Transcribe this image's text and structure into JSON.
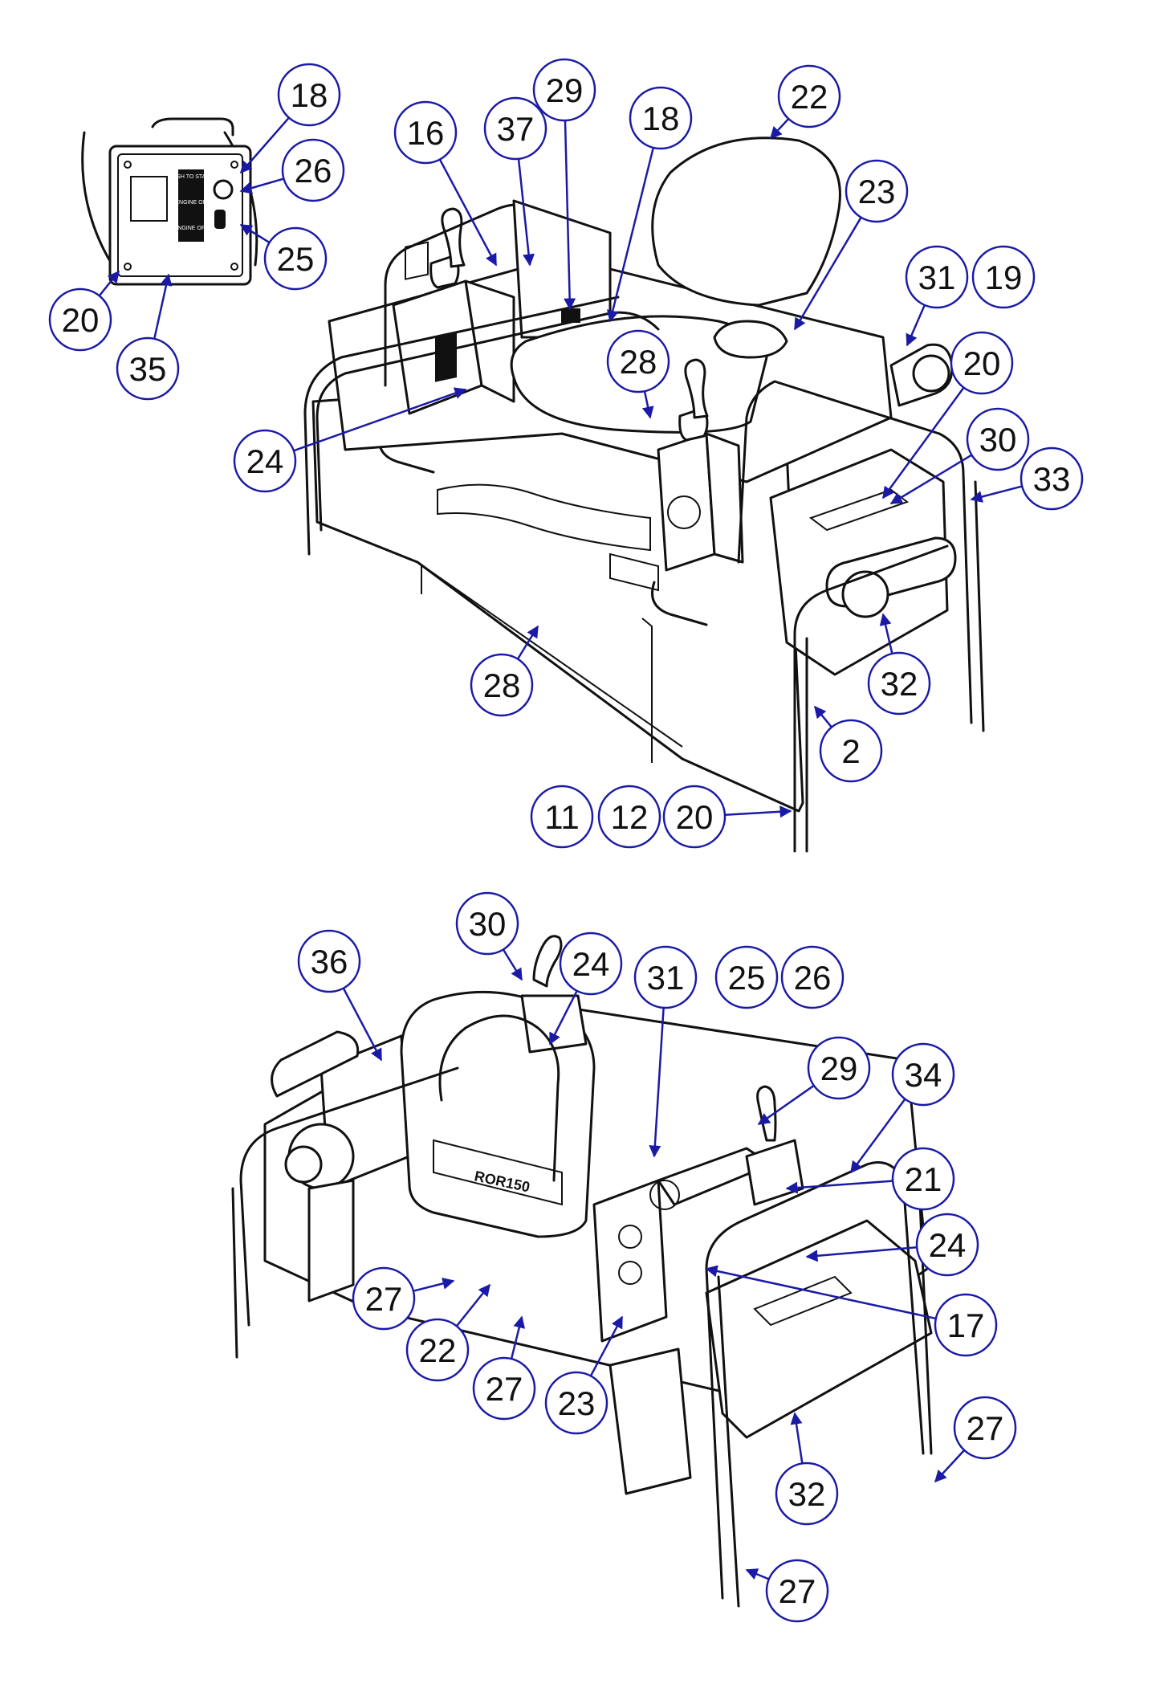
{
  "diagram": {
    "accent_color": "#1a1aa6",
    "callouts": [
      {
        "label": "18"
      },
      {
        "label": "26"
      },
      {
        "label": "25"
      },
      {
        "label": "20"
      },
      {
        "label": "35"
      },
      {
        "label": "16"
      },
      {
        "label": "37"
      },
      {
        "label": "29"
      },
      {
        "label": "18"
      },
      {
        "label": "22"
      },
      {
        "label": "23"
      },
      {
        "label": "31"
      },
      {
        "label": "19"
      },
      {
        "label": "20"
      },
      {
        "label": "28"
      },
      {
        "label": "24"
      },
      {
        "label": "30"
      },
      {
        "label": "33"
      },
      {
        "label": "32"
      },
      {
        "label": "28"
      },
      {
        "label": "2"
      },
      {
        "label": "11"
      },
      {
        "label": "12"
      },
      {
        "label": "20"
      },
      {
        "label": "30"
      },
      {
        "label": "36"
      },
      {
        "label": "24"
      },
      {
        "label": "31"
      },
      {
        "label": "25"
      },
      {
        "label": "26"
      },
      {
        "label": "29"
      },
      {
        "label": "34"
      },
      {
        "label": "21"
      },
      {
        "label": "24"
      },
      {
        "label": "17"
      },
      {
        "label": "27"
      },
      {
        "label": "22"
      },
      {
        "label": "27"
      },
      {
        "label": "23"
      },
      {
        "label": "27"
      },
      {
        "label": "32"
      },
      {
        "label": "27"
      }
    ],
    "panel_labels": [
      "PUSH TO START",
      "ENGINE ON",
      "ENGINE OFF"
    ],
    "seat_back_text": "ROR150"
  }
}
